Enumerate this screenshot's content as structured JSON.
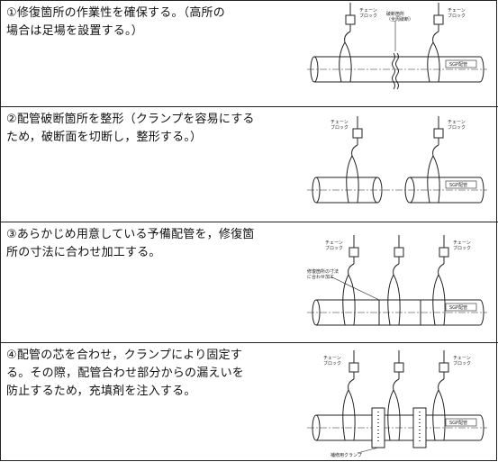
{
  "steps": [
    {
      "text": "①修復箇所の作業性を確保する。（高所の\n場合は足場を設置する。）",
      "fig": {
        "hoist_labels": [
          "チェーン\nブロック",
          "チェーン\nブロック"
        ],
        "break_label": "破断箇所\n（全周破断）",
        "pipe_label": "SGP配管"
      }
    },
    {
      "text": "②配管破断箇所を整形（クランプを容易にする\nため，破断面を切断し，整形する。）",
      "fig": {
        "hoist_labels": [
          "チェーン\nブロック",
          "チェーン\nブロック"
        ],
        "pipe_label": "SGP配管"
      }
    },
    {
      "text": "③あらかじめ用意している予備配管を，修復箇\n所の寸法に合わせ加工する。",
      "fig": {
        "hoist_labels": [
          "チェーン\nブロック",
          "チェーン\nブロック"
        ],
        "spare_label": "修復箇所の寸法\nに合わせ加工",
        "pipe_label": "SGP配管"
      }
    },
    {
      "text": "④配管の芯を合わせ，クランプにより固定す\nる。その際，配管合わせ部分からの漏えいを\n防止するため，充填剤を注入する。",
      "fig": {
        "hoist_labels": [
          "チェーン\nブロック",
          "チェーン\nブロック"
        ],
        "clamp_label": "補修用クランプ",
        "pipe_label": "SGP配管"
      }
    }
  ]
}
